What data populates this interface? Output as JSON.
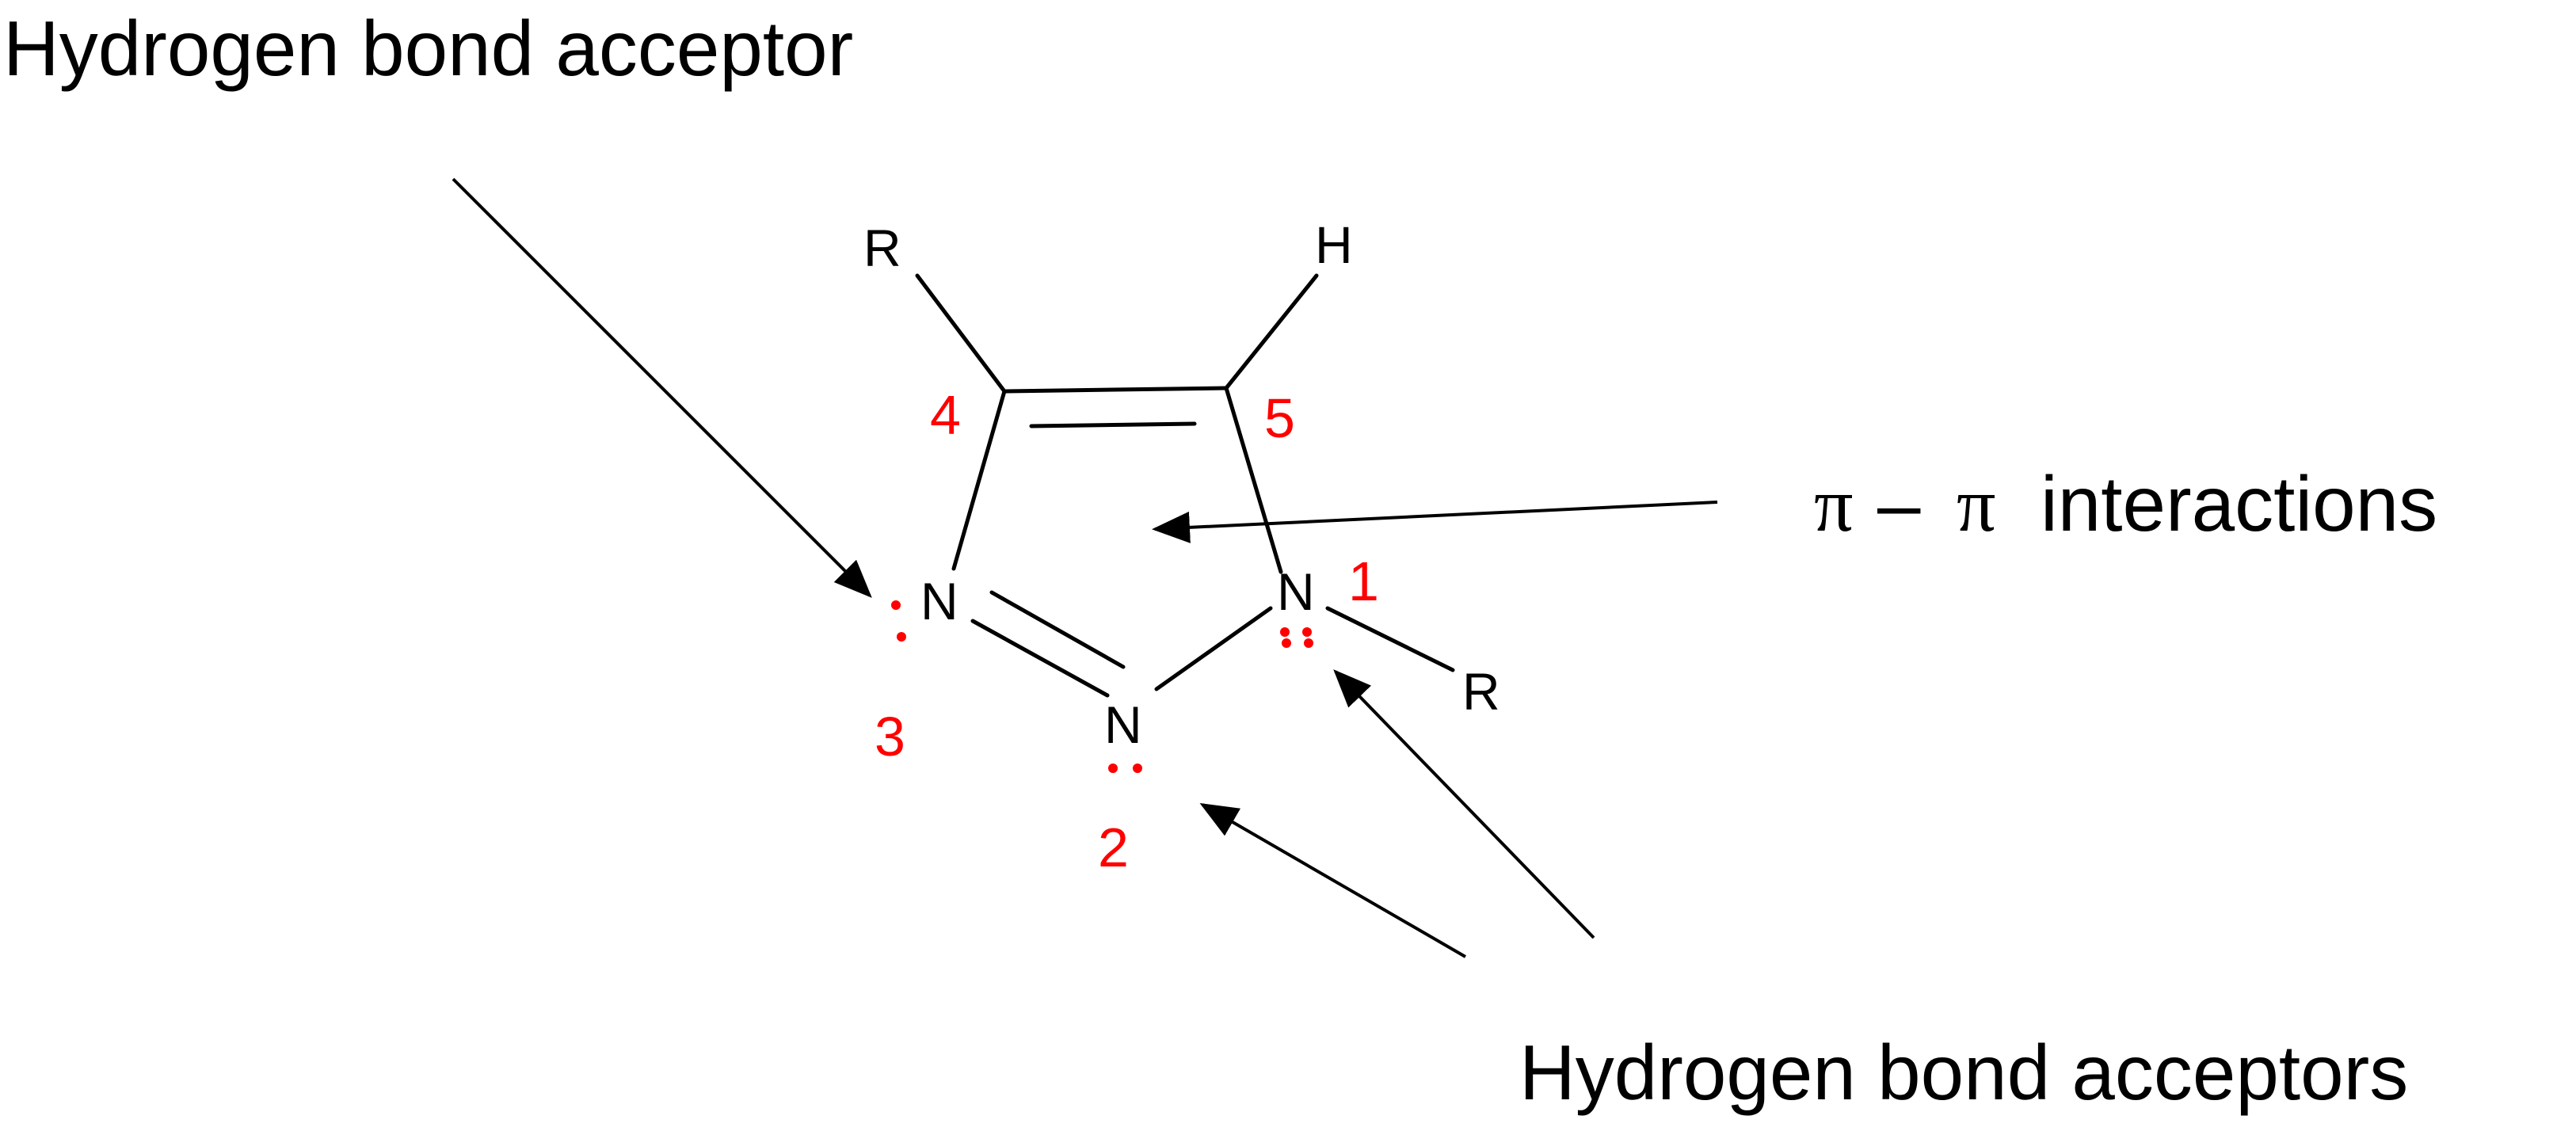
{
  "annotations": {
    "top_left": "Hydrogen bond acceptor",
    "bottom_right": "Hydrogen bond acceptors",
    "pi_symbol_1": "π",
    "pi_dash": "–",
    "pi_symbol_2": "π",
    "pi_text": "interactions"
  },
  "molecule": {
    "atoms": {
      "n1": "N",
      "n2": "N",
      "n3": "N",
      "r_top": "R",
      "h_top": "H",
      "r_right": "R"
    },
    "ring_numbers": {
      "pos1": "1",
      "pos2": "2",
      "pos3": "3",
      "pos4": "4",
      "pos5": "5"
    }
  },
  "colors": {
    "annotation": "#ff0000",
    "structure": "#000000"
  }
}
